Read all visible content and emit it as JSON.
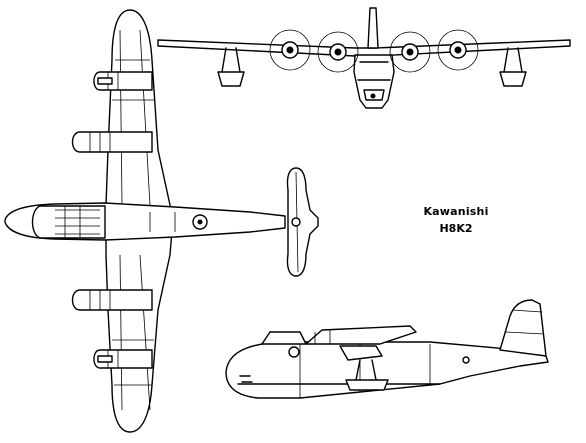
{
  "caption": {
    "manufacturer": "Kawanishi",
    "model": "H8K2"
  },
  "views": {
    "plan": "plan-view",
    "front": "front-view",
    "side": "side-view"
  },
  "colors": {
    "line": "#000000",
    "background": "#ffffff"
  }
}
